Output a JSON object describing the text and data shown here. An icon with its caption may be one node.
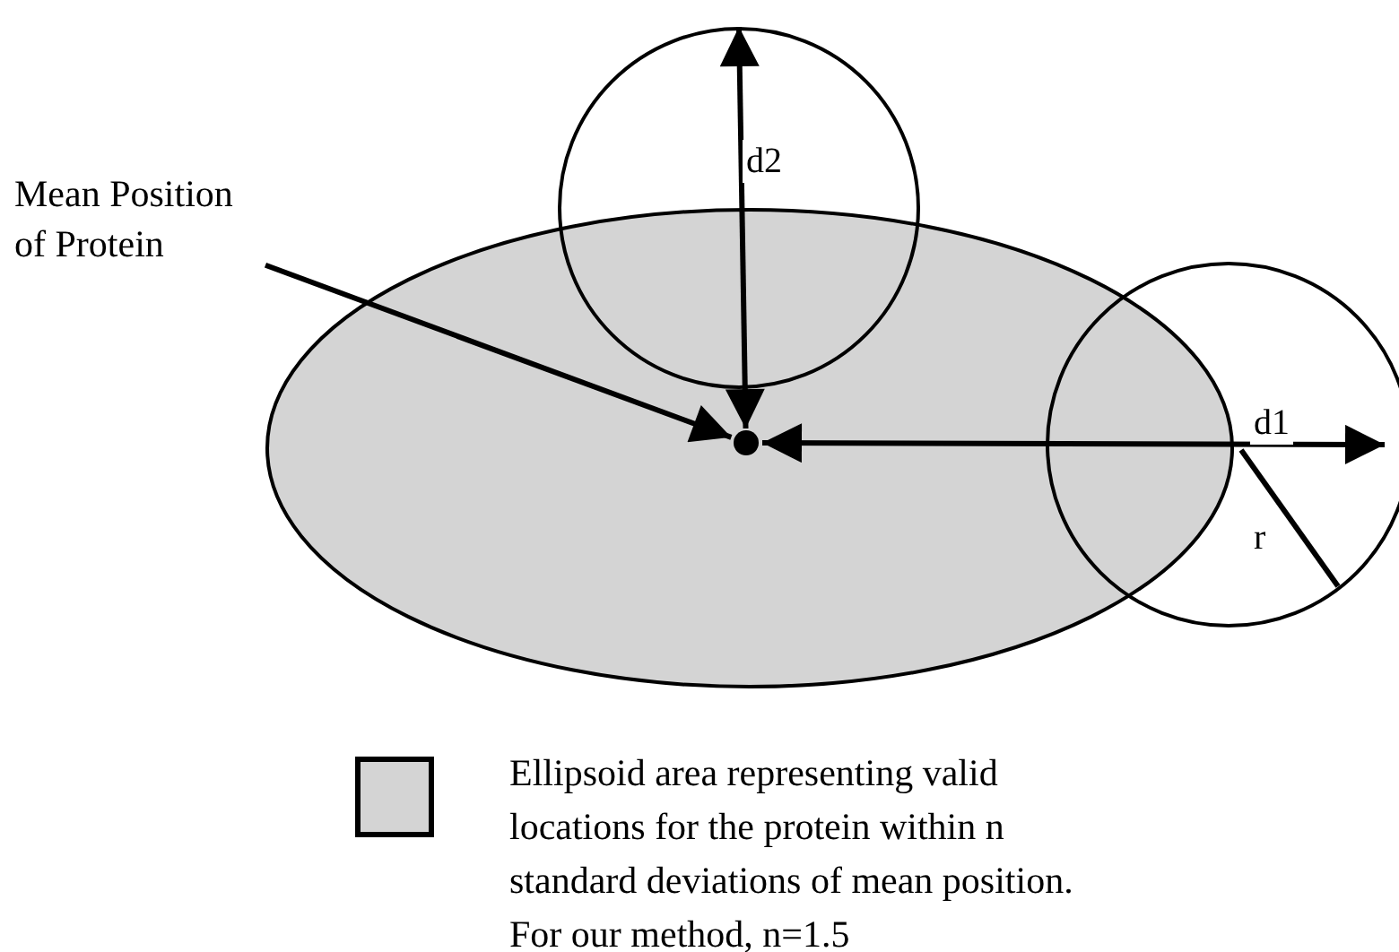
{
  "diagram": {
    "nodes": [
      {
        "text": [
          "Mean Position of Protein"
        ]
      },
      {
        "text": [],
        "shape": "ellipse"
      },
      {
        "text": [],
        "shape": "circle",
        "in": 1
      },
      {
        "text": [],
        "shape": "circle"
      },
      {
        "text": [],
        "shape": "circle"
      }
    ],
    "edges": [
      {
        "from": 0,
        "to": 2,
        "arrow": "to"
      },
      {
        "from": 3,
        "to": 2,
        "arrow": "both",
        "label": "d2"
      },
      {
        "from": 2,
        "to": 4,
        "arrow": "both",
        "label": "d1"
      }
    ],
    "labels": [
      "r"
    ],
    "legend": [
      {
        "text": "Ellipsoid area representing valid locations for the protein within n standard deviations of mean position.  For our method, n=1.5",
        "color": "#d4d4d4"
      }
    ]
  }
}
